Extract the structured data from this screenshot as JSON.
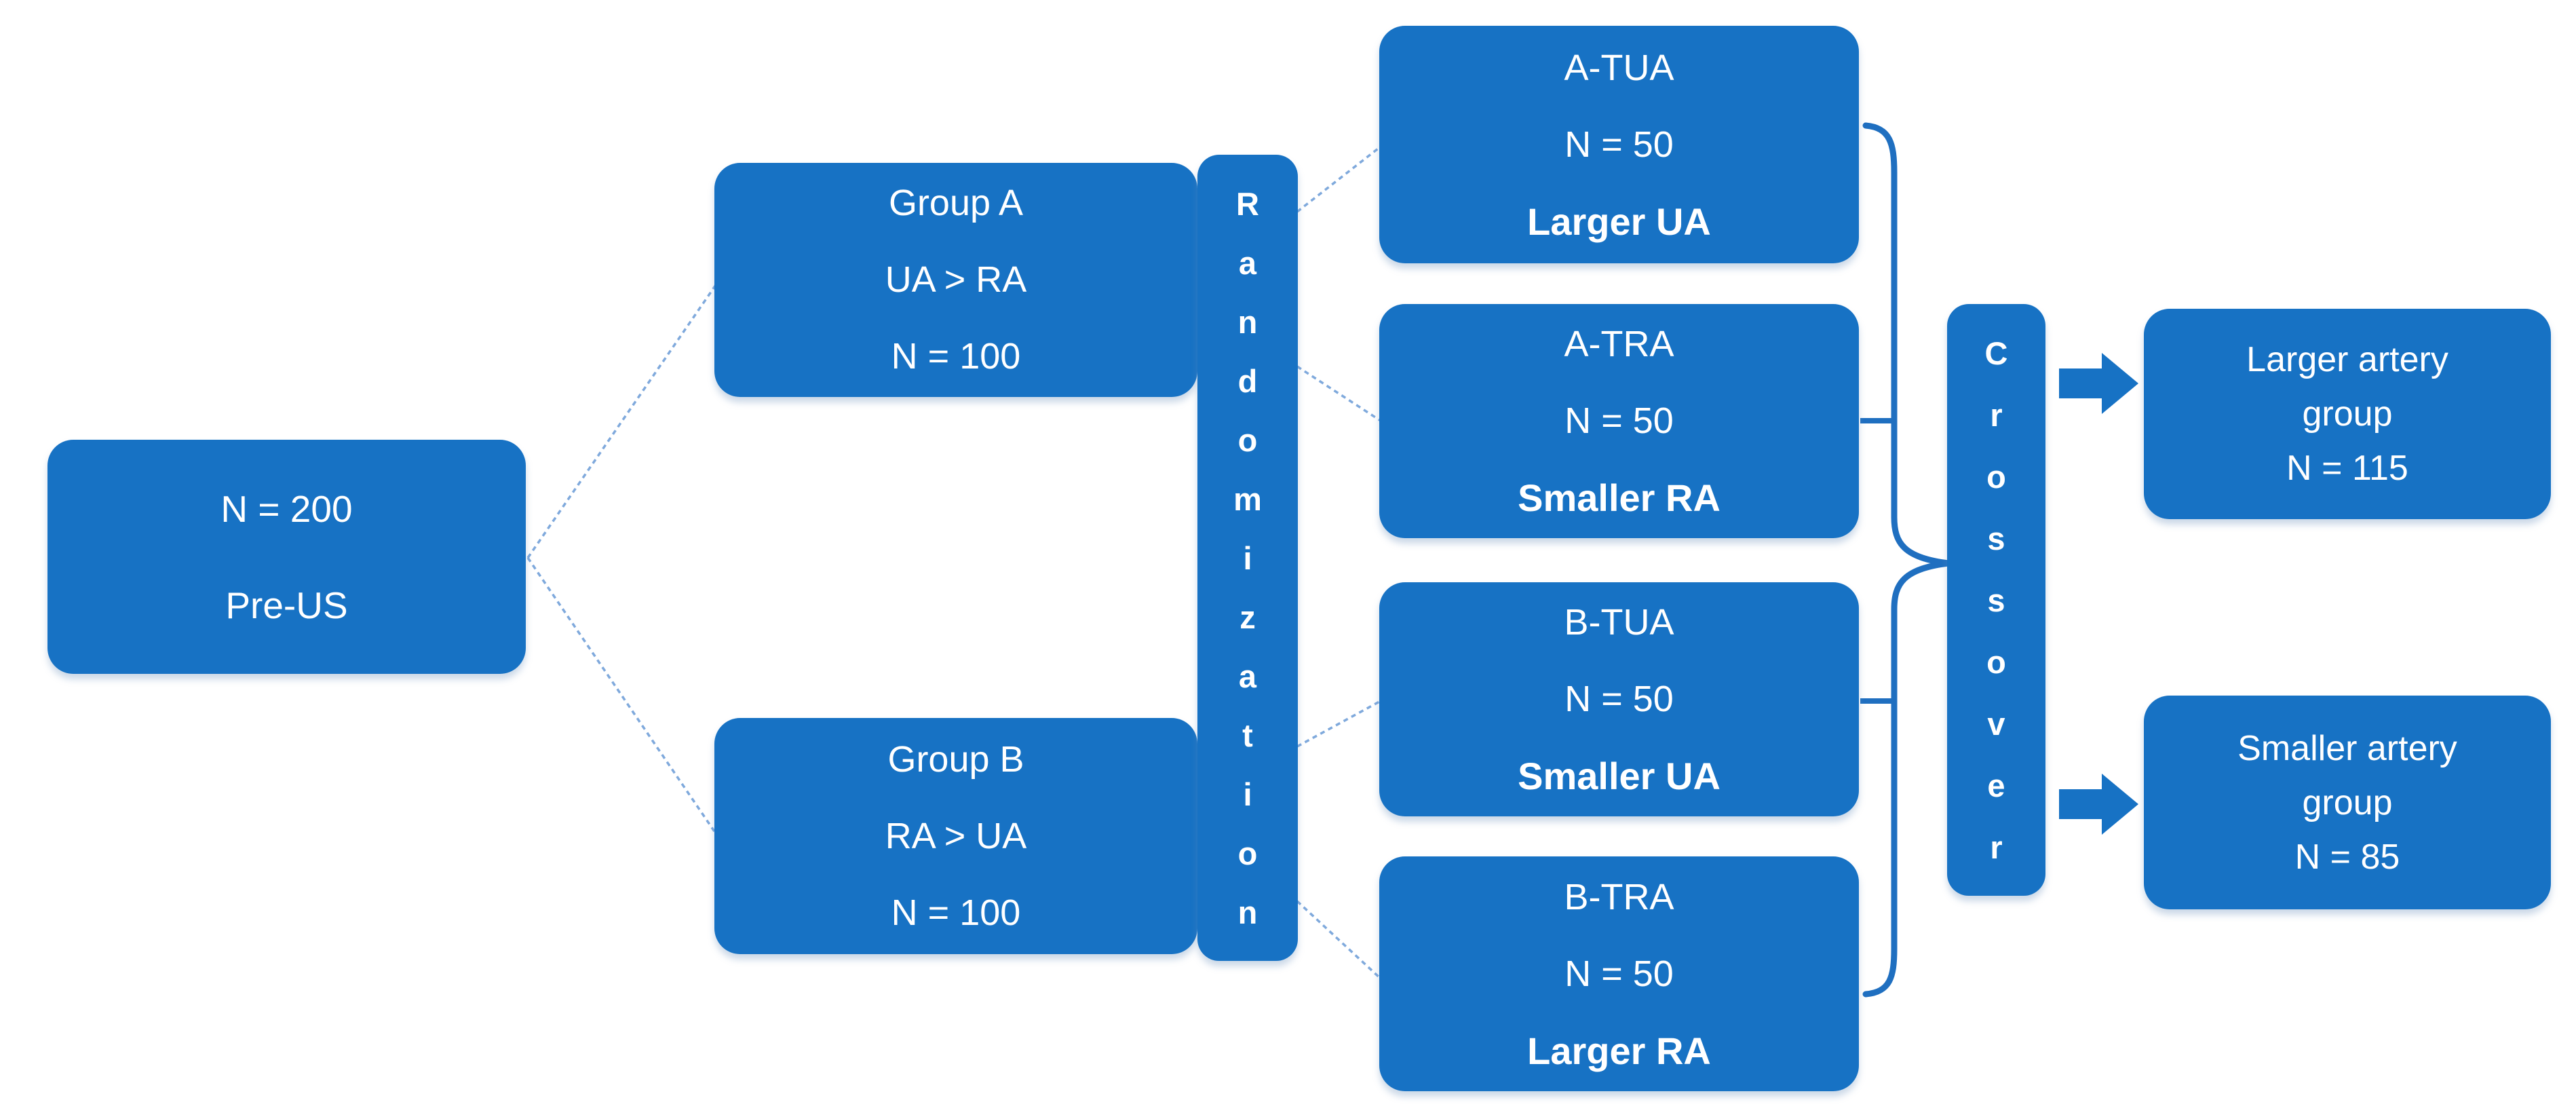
{
  "colors": {
    "box-fill": "#1772c4",
    "text": "#ffffff",
    "connector": "#7fa9dc",
    "brace": "#1f6fc0"
  },
  "nodes": {
    "pre_us": {
      "lines": [
        "N = 200",
        "Pre-US"
      ]
    },
    "group_a": {
      "lines": [
        "Group A",
        "UA > RA",
        "N = 100"
      ]
    },
    "group_b": {
      "lines": [
        "Group B",
        "RA > UA",
        "N = 100"
      ]
    },
    "randomization": {
      "label": "Randomization"
    },
    "a_tua": {
      "lines": [
        "A-TUA",
        "N = 50",
        "Larger UA"
      ]
    },
    "a_tra": {
      "lines": [
        "A-TRA",
        "N = 50",
        "Smaller RA"
      ]
    },
    "b_tua": {
      "lines": [
        "B-TUA",
        "N = 50",
        "Smaller UA"
      ]
    },
    "b_tra": {
      "lines": [
        "B-TRA",
        "N = 50",
        "Larger RA"
      ]
    },
    "crossover": {
      "label": "Crossover"
    },
    "larger_artery": {
      "lines": [
        "Larger artery",
        "group",
        "N = 115"
      ]
    },
    "smaller_artery": {
      "lines": [
        "Smaller artery",
        "group",
        "N = 85"
      ]
    }
  }
}
